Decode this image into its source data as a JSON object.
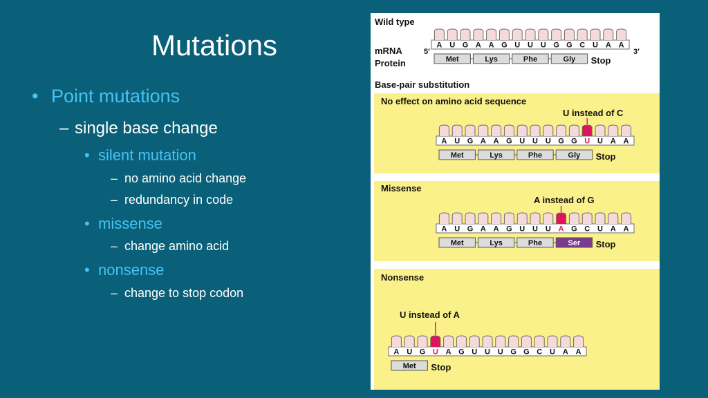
{
  "slide": {
    "title": "Mutations",
    "bullets": [
      {
        "text": "Point mutations",
        "marker": "•"
      },
      {
        "text": "single base change",
        "marker": "–"
      },
      {
        "text": "silent mutation",
        "marker": "•"
      },
      {
        "text": "no amino acid change",
        "marker": "–"
      },
      {
        "text": "redundancy in code",
        "marker": "–"
      },
      {
        "text": "missense",
        "marker": "•"
      },
      {
        "text": "change amino acid",
        "marker": "–"
      },
      {
        "text": "nonsense",
        "marker": "•"
      },
      {
        "text": "change to stop codon",
        "marker": "–"
      }
    ]
  },
  "figure": {
    "wild_type": {
      "heading": "Wild type",
      "mrna_label": "mRNA",
      "protein_label": "Protein",
      "five_prime": "5′",
      "three_prime": "3′",
      "bases": [
        "A",
        "U",
        "G",
        "A",
        "A",
        "G",
        "U",
        "U",
        "U",
        "G",
        "G",
        "C",
        "U",
        "A",
        "A"
      ],
      "amino_acids": [
        "Met",
        "Lys",
        "Phe",
        "Gly"
      ],
      "stop": "Stop"
    },
    "section_heading": "Base-pair substitution",
    "panels": [
      {
        "title": "No effect on amino acid sequence",
        "note": "U instead of C",
        "bases": [
          "A",
          "U",
          "G",
          "A",
          "A",
          "G",
          "U",
          "U",
          "U",
          "G",
          "G",
          "U",
          "U",
          "A",
          "A"
        ],
        "mutated_index": 11,
        "amino_acids": [
          "Met",
          "Lys",
          "Phe",
          "Gly"
        ],
        "changed_amino_index": null,
        "stop": "Stop"
      },
      {
        "title": "Missense",
        "note": "A instead of G",
        "bases": [
          "A",
          "U",
          "G",
          "A",
          "A",
          "G",
          "U",
          "U",
          "U",
          "A",
          "G",
          "C",
          "U",
          "A",
          "A"
        ],
        "mutated_index": 9,
        "amino_acids": [
          "Met",
          "Lys",
          "Phe",
          "Ser"
        ],
        "changed_amino_index": 3,
        "stop": "Stop"
      },
      {
        "title": "Nonsense",
        "note": "U instead of A",
        "bases": [
          "A",
          "U",
          "G",
          "U",
          "A",
          "G",
          "U",
          "U",
          "U",
          "G",
          "G",
          "C",
          "U",
          "A",
          "A"
        ],
        "mutated_index": 3,
        "amino_acids": [
          "Met"
        ],
        "changed_amino_index": null,
        "stop": "Stop"
      }
    ],
    "colors": {
      "panel_yellow": "#fbf18a",
      "tooth_fill": "#f6d9db",
      "tooth_stroke": "#6b6b6b",
      "mutation_magenta": "#e0145c",
      "amino_box": "#dcdcdc",
      "changed_amino": "#7a3c8e"
    }
  }
}
